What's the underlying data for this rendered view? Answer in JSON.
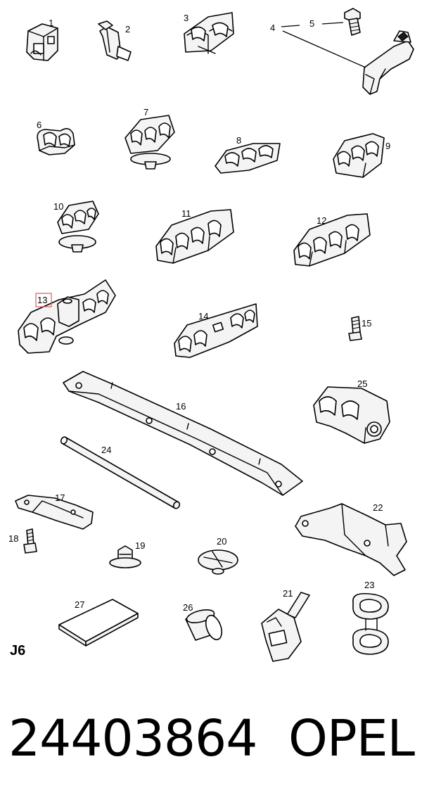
{
  "callouts": [
    "1",
    "2",
    "3",
    "4",
    "5",
    "6",
    "7",
    "8",
    "9",
    "10",
    "11",
    "12",
    "13",
    "14",
    "15",
    "16",
    "17",
    "18",
    "19",
    "20",
    "21",
    "22",
    "23",
    "24",
    "25",
    "26",
    "27"
  ],
  "highlighted_callout": "13",
  "diagram_code": "J6",
  "part_number": "24403864",
  "brand": "OPEL"
}
